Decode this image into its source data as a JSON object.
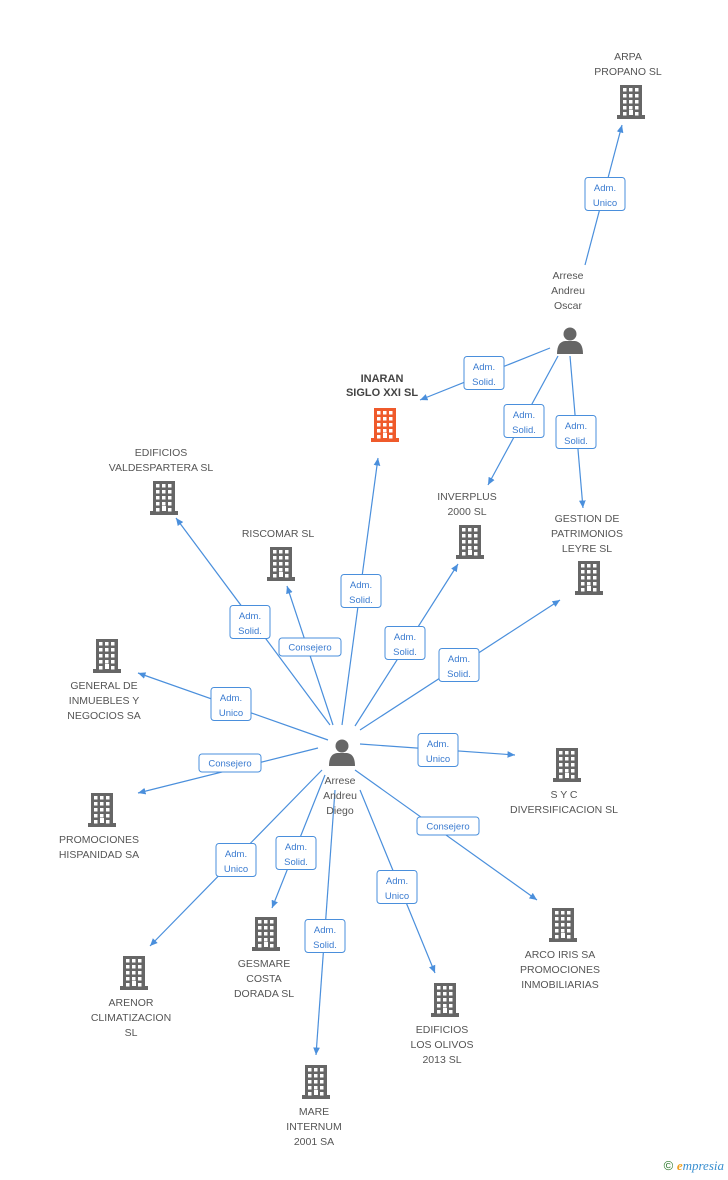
{
  "colors": {
    "edge": "#4a8fdc",
    "building": "#666666",
    "focus_building": "#ef5a2b",
    "person": "#666666"
  },
  "nodes": [
    {
      "id": "arpa",
      "type": "company",
      "lines": [
        "ARPA",
        "PROPANO SL"
      ]
    },
    {
      "id": "oscar",
      "type": "person",
      "lines": [
        "Arrese",
        "Andreu",
        "Oscar"
      ]
    },
    {
      "id": "inaran",
      "type": "company",
      "focus": true,
      "lines": [
        "INARAN",
        "SIGLO XXI SL"
      ]
    },
    {
      "id": "inverplus",
      "type": "company",
      "lines": [
        "INVERPLUS",
        "2000 SL"
      ]
    },
    {
      "id": "gestion",
      "type": "company",
      "lines": [
        "GESTION DE",
        "PATRIMONIOS",
        "LEYRE SL"
      ]
    },
    {
      "id": "edificios_vald",
      "type": "company",
      "lines": [
        "EDIFICIOS",
        "VALDESPARTERA SL"
      ]
    },
    {
      "id": "riscomar",
      "type": "company",
      "lines": [
        "RISCOMAR SL"
      ]
    },
    {
      "id": "general",
      "type": "company",
      "lines": [
        "GENERAL DE",
        "INMUEBLES Y",
        "NEGOCIOS SA"
      ]
    },
    {
      "id": "diego",
      "type": "person",
      "lines": [
        "Arrese",
        "Andreu",
        "Diego"
      ]
    },
    {
      "id": "syc",
      "type": "company",
      "lines": [
        "S Y C",
        "DIVERSIFICACION SL"
      ]
    },
    {
      "id": "promociones",
      "type": "company",
      "lines": [
        "PROMOCIONES",
        "HISPANIDAD SA"
      ]
    },
    {
      "id": "arenor",
      "type": "company",
      "lines": [
        "ARENOR",
        "CLIMATIZACION",
        "SL"
      ]
    },
    {
      "id": "gesmare",
      "type": "company",
      "lines": [
        "GESMARE",
        "COSTA",
        "DORADA SL"
      ]
    },
    {
      "id": "mare",
      "type": "company",
      "lines": [
        "MARE",
        "INTERNUM",
        "2001 SA"
      ]
    },
    {
      "id": "edificios_olivos",
      "type": "company",
      "lines": [
        "EDIFICIOS",
        "LOS OLIVOS",
        "2013  SL"
      ]
    },
    {
      "id": "arcoiris",
      "type": "company",
      "lines": [
        "ARCO IRIS SA",
        "PROMOCIONES",
        "INMOBILIARIAS"
      ]
    }
  ],
  "relations": [
    {
      "from": "oscar",
      "to": "arpa",
      "lines": [
        "Adm.",
        "Unico"
      ]
    },
    {
      "from": "oscar",
      "to": "inaran",
      "lines": [
        "Adm.",
        "Solid."
      ]
    },
    {
      "from": "oscar",
      "to": "inverplus",
      "lines": [
        "Adm.",
        "Solid."
      ]
    },
    {
      "from": "oscar",
      "to": "gestion",
      "lines": [
        "Adm.",
        "Solid."
      ]
    },
    {
      "from": "diego",
      "to": "edificios_vald",
      "lines": [
        "Adm.",
        "Solid."
      ]
    },
    {
      "from": "diego",
      "to": "riscomar",
      "lines": [
        "Consejero"
      ]
    },
    {
      "from": "diego",
      "to": "inaran",
      "lines": [
        "Adm.",
        "Solid."
      ]
    },
    {
      "from": "diego",
      "to": "inverplus",
      "lines": [
        "Adm.",
        "Solid."
      ]
    },
    {
      "from": "diego",
      "to": "gestion",
      "lines": [
        "Adm.",
        "Solid."
      ]
    },
    {
      "from": "diego",
      "to": "general",
      "lines": [
        "Adm.",
        "Unico"
      ]
    },
    {
      "from": "diego",
      "to": "syc",
      "lines": [
        "Adm.",
        "Unico"
      ]
    },
    {
      "from": "diego",
      "to": "promociones",
      "lines": [
        "Consejero"
      ]
    },
    {
      "from": "diego",
      "to": "arenor",
      "lines": [
        "Adm.",
        "Unico"
      ]
    },
    {
      "from": "diego",
      "to": "gesmare",
      "lines": [
        "Adm.",
        "Solid."
      ]
    },
    {
      "from": "diego",
      "to": "mare",
      "lines": [
        "Adm.",
        "Solid."
      ]
    },
    {
      "from": "diego",
      "to": "edificios_olivos",
      "lines": [
        "Adm.",
        "Unico"
      ]
    },
    {
      "from": "diego",
      "to": "arcoiris",
      "lines": [
        "Consejero"
      ]
    }
  ],
  "footer": {
    "copyright": "©",
    "brand_initial": "e",
    "brand_rest": "mpresia"
  }
}
